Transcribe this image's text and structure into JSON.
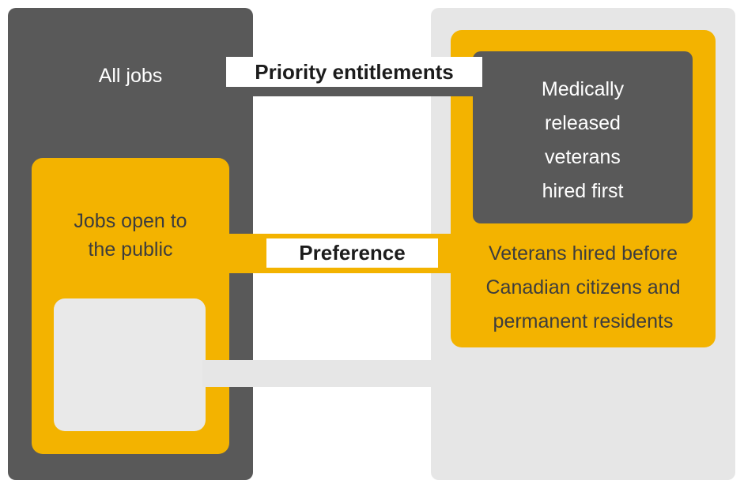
{
  "colors": {
    "background": "#FFFFFF",
    "dark_gray": "#595959",
    "gold": "#F3B300",
    "light_gray": "#E6E6E6",
    "inner_gray": "#E9E9E9",
    "label_text": "#1C1C1C",
    "body_text": "#3D3D3D",
    "white_text": "#FFFFFF"
  },
  "left_panel": {
    "title": "All jobs",
    "public_box_label": "Jobs open to the public"
  },
  "right_panel": {
    "gold_box_label": "Veterans hired before Canadian citizens and permanent residents",
    "dark_box_label": "Medically released veterans hired first"
  },
  "connectors": {
    "priority_label": "Priority entitlements",
    "preference_label": "Preference"
  }
}
